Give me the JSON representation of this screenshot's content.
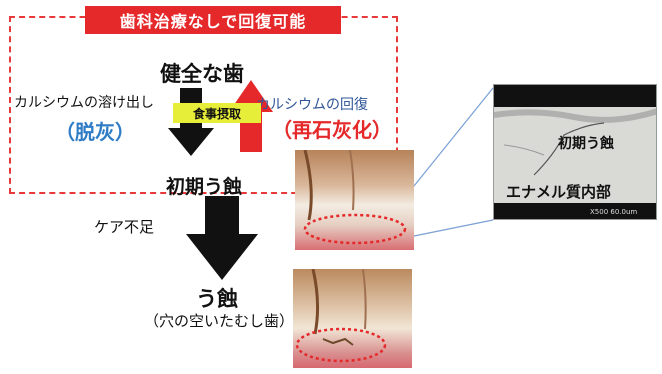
{
  "banner": "歯科治療なしで回復可能",
  "healthy_tooth": "健全な歯",
  "demineralization": {
    "description": "カルシウムの溶け出し",
    "term": "（脱灰）"
  },
  "remineralization": {
    "description": "カルシウムの回復",
    "term": "（再石灰化）"
  },
  "meal_label": "食事摂取",
  "early_caries": "初期う蝕",
  "lack_of_care": "ケア不足",
  "caries": {
    "title": "う蝕",
    "subtitle": "（穴の空いたむし歯）"
  },
  "micrograph": {
    "early_label": "初期う蝕",
    "enamel_label": "エナメル質内部",
    "scale_text": "X500 60.0um"
  },
  "colors": {
    "red": "#e5282a",
    "blue": "#2e7cc5",
    "navy": "#2f5597",
    "yellow": "#e7ee3a",
    "black": "#111111"
  }
}
